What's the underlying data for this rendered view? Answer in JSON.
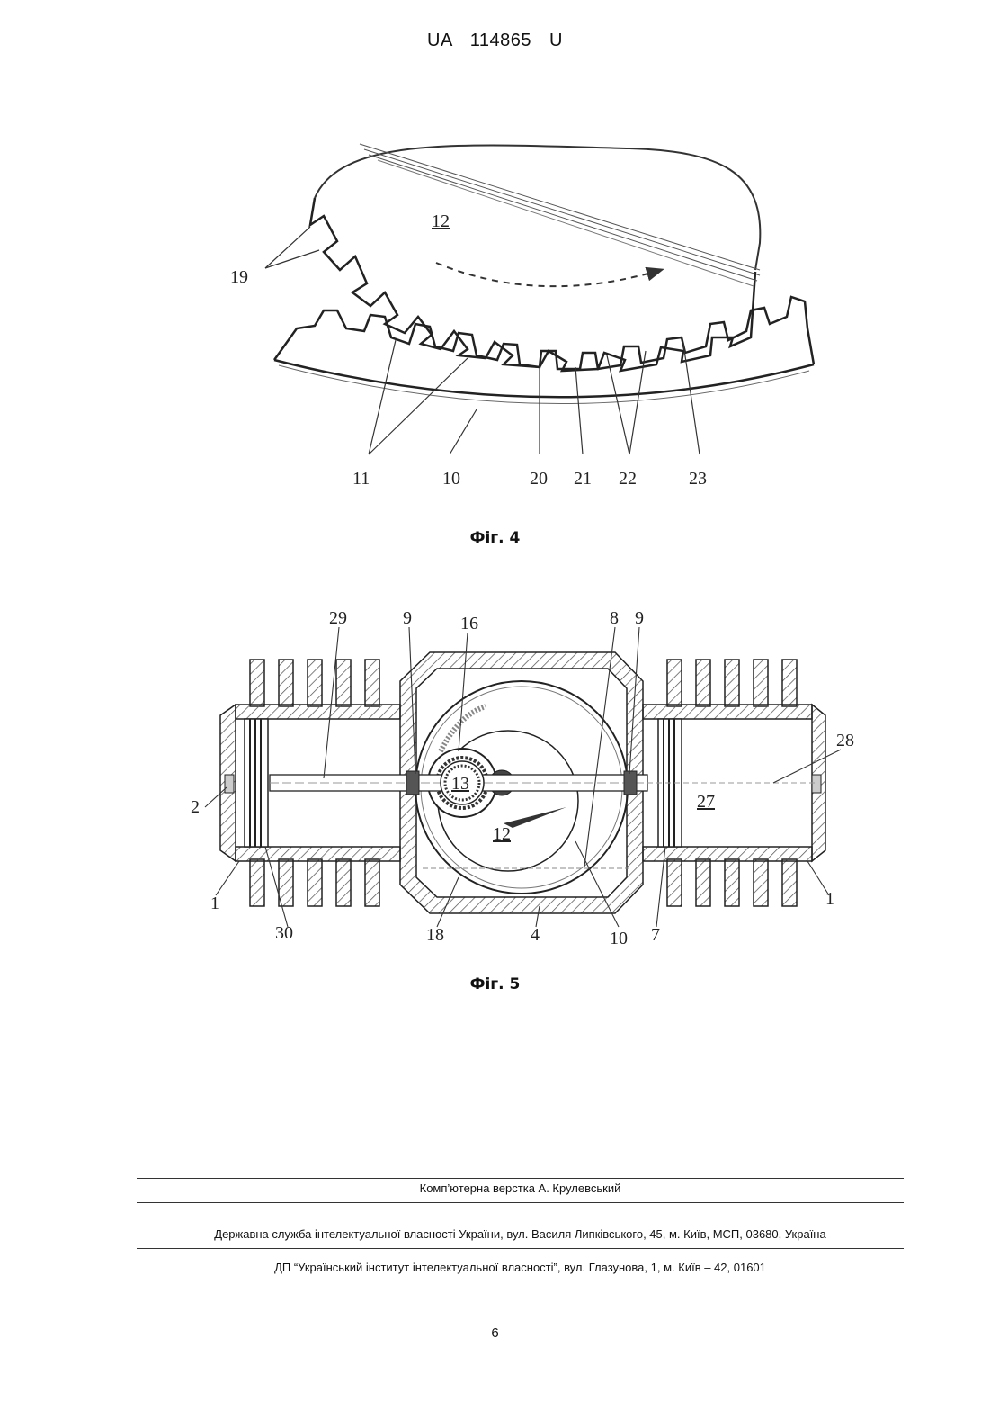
{
  "header": {
    "patent_number": "UA   114865   U"
  },
  "figure4": {
    "caption": "Фіг. 4",
    "labels": {
      "l12": "12",
      "l19": "19",
      "l11": "11",
      "l10": "10",
      "l20": "20",
      "l21": "21",
      "l22": "22",
      "l23": "23"
    }
  },
  "figure5": {
    "caption": "Фіг. 5",
    "labels": {
      "l29": "29",
      "l9a": "9",
      "l16": "16",
      "l8": "8",
      "l9b": "9",
      "l28": "28",
      "l2": "2",
      "l13": "13",
      "l12": "12",
      "l27": "27",
      "l1a": "1",
      "l1b": "1",
      "l30": "30",
      "l18": "18",
      "l4": "4",
      "l10": "10",
      "l7": "7"
    }
  },
  "footer": {
    "layout_credit": "Комп’ютерна верстка А. Крулевський",
    "publisher": "Державна служба інтелектуальної власності України, вул. Василя Липківського, 45, м. Київ, МСП, 03680, Україна",
    "institute": "ДП “Український інститут інтелектуальної власності”, вул. Глазунова, 1, м. Київ – 42, 01601"
  },
  "page_number": "6"
}
